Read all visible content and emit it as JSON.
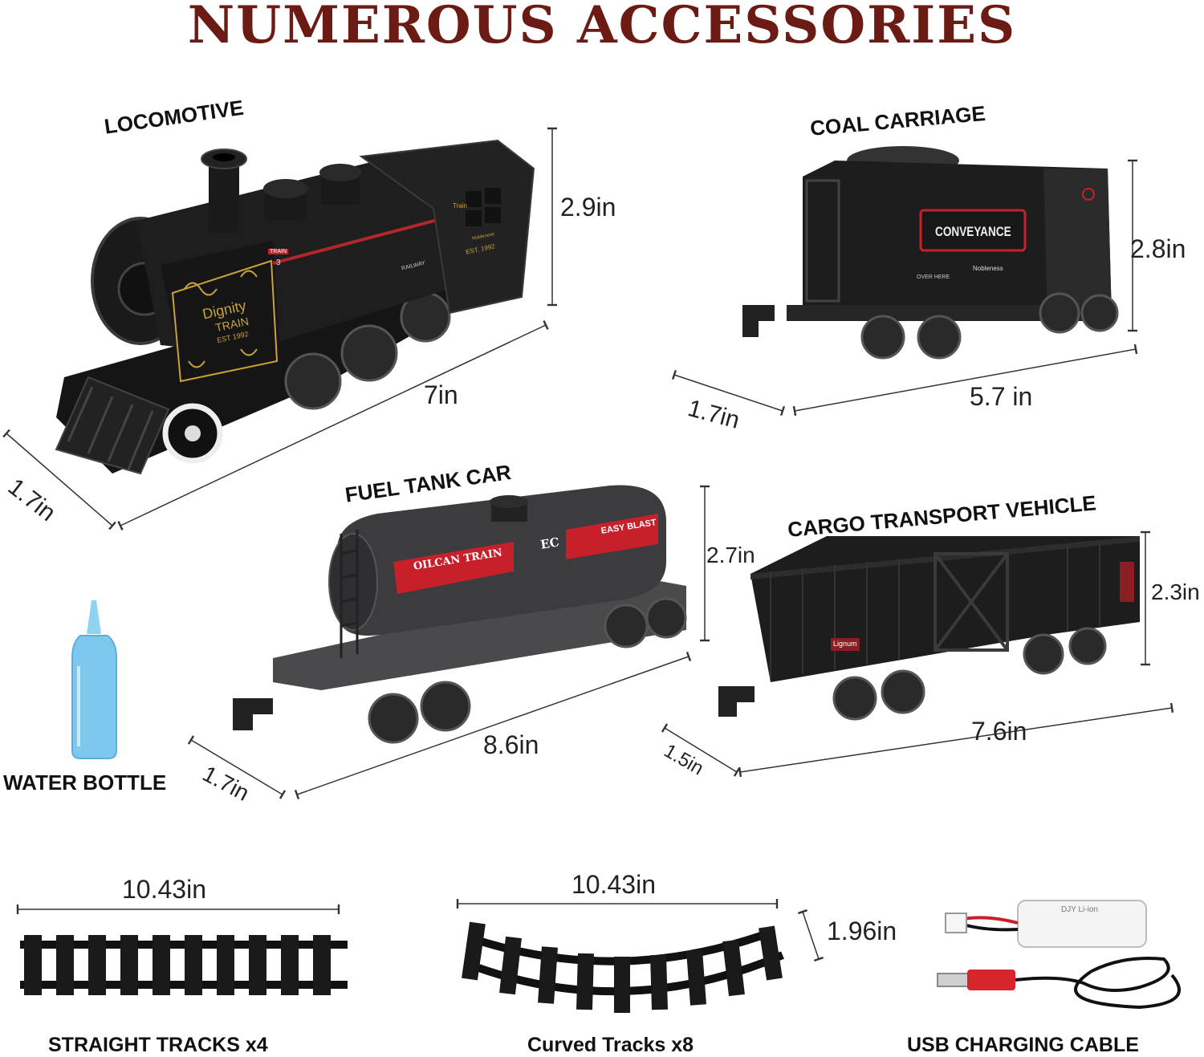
{
  "title": "NUMEROUS ACCESSORIES",
  "items": {
    "locomotive": {
      "label": "LOCOMOTIVE",
      "height": "2.9in",
      "length": "7in",
      "width": "1.7in",
      "markings": {
        "line1": "Dignity",
        "line2": "TRAIN",
        "line3": "EST 1992",
        "number": "3",
        "tag": "TRAIN",
        "cab": "Train",
        "est": "EST. 1992",
        "noble": "Nobleness",
        "railway": "RAILWAY"
      }
    },
    "coal_carriage": {
      "label": "COAL CARRIAGE",
      "height": "2.8in",
      "length": "5.7 in",
      "width": "1.7in",
      "markings": {
        "brand": "CONVEYANCE",
        "sub": "Nobleness",
        "small": "OVER HERE"
      }
    },
    "fuel_tank_car": {
      "label": "FUEL TANK CAR",
      "height": "2.7in",
      "length": "8.6in",
      "width": "1.7in",
      "markings": {
        "left": "OILCAN TRAIN",
        "mid": "EC",
        "right": "EASY BLAST"
      }
    },
    "cargo_vehicle": {
      "label": "CARGO TRANSPORT VEHICLE",
      "height": "2.3in",
      "length": "7.6in",
      "width": "1.5in",
      "markings": {
        "plate": "Lignum"
      }
    },
    "water_bottle": {
      "label": "WATER BOTTLE"
    },
    "straight_tracks": {
      "label": "STRAIGHT TRACKS x4",
      "length": "10.43in"
    },
    "curved_tracks": {
      "label": "Curved Tracks x8",
      "length": "10.43in",
      "height": "1.96in"
    },
    "usb_cable": {
      "label": "USB CHARGING CABLE",
      "battery_text": "DJY Li-ion"
    }
  },
  "colors": {
    "title": "#6b1a14",
    "train_body": "#1d1d1d",
    "accent_red": "#c8202a",
    "gold": "#c9a23a",
    "tank_grey": "#4a4a4c",
    "bottle_blue": "#7ec8ee"
  }
}
